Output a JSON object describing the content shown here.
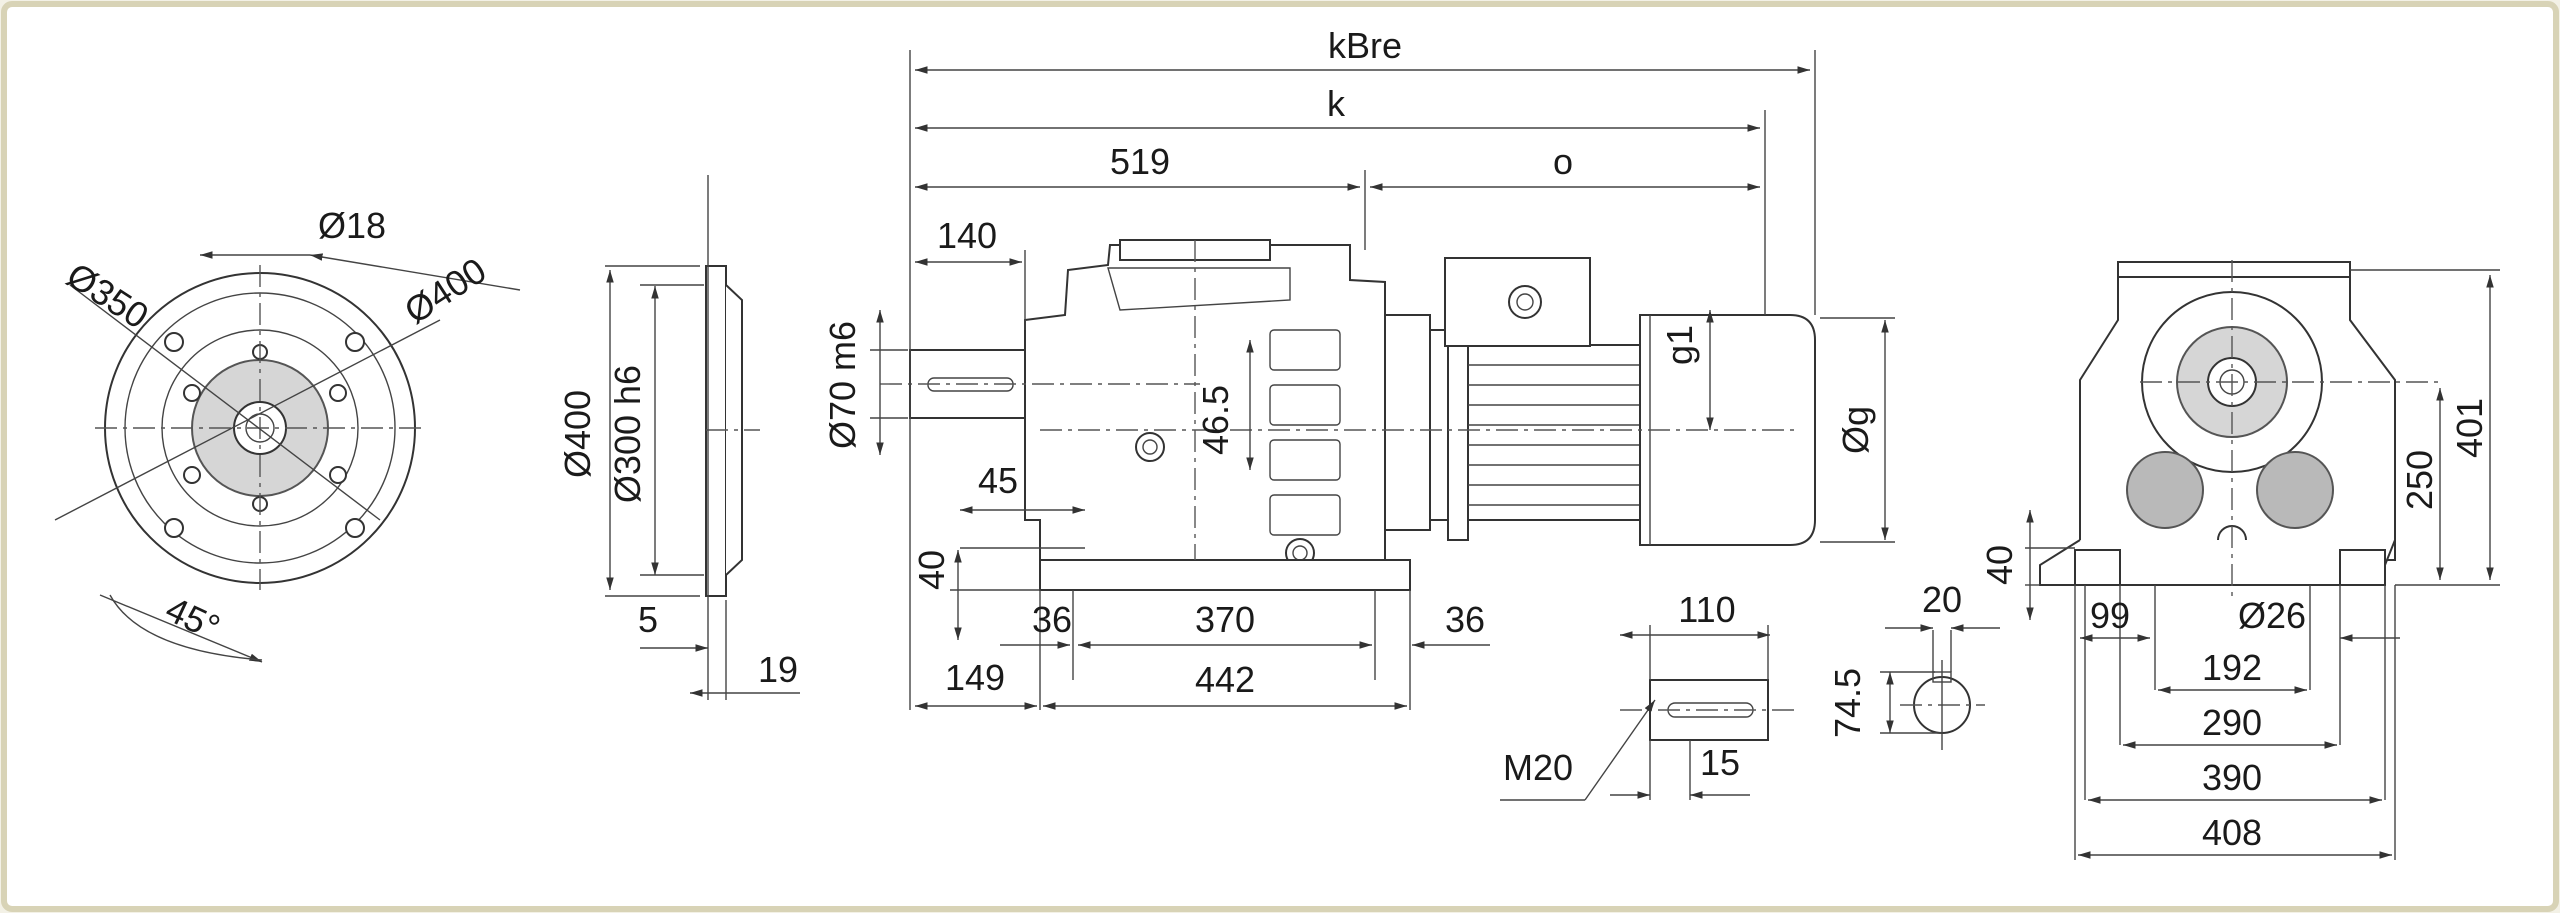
{
  "labels": {
    "kbre": "kBre",
    "k": "k",
    "d519": "519",
    "o": "o",
    "d140": "140",
    "d70m6": "Ø70 m6",
    "d46_5": "46.5",
    "d45": "45",
    "d40_left": "40",
    "d36_left": "36",
    "d370": "370",
    "d36_right": "36",
    "d149": "149",
    "d442": "442",
    "g1": "g1",
    "og": "Øg",
    "d110": "110",
    "m20": "M20",
    "d15": "15",
    "d20": "20",
    "d74_5": "74.5",
    "d18": "Ø18",
    "d350": "Ø350",
    "d400_flange": "Ø400",
    "deg45": "45°",
    "d400_side": "Ø400",
    "d300h6": "Ø300 h6",
    "d5": "5",
    "d19": "19",
    "d40_right": "40",
    "d99": "99",
    "d26": "Ø26",
    "d250": "250",
    "d401": "401",
    "d192": "192",
    "d290": "290",
    "d390": "390",
    "d408": "408"
  },
  "colors": {
    "background": "#f3f1e6",
    "border": "#d8d3b6",
    "line": "#333333",
    "shaded": "#b9b9b9"
  }
}
